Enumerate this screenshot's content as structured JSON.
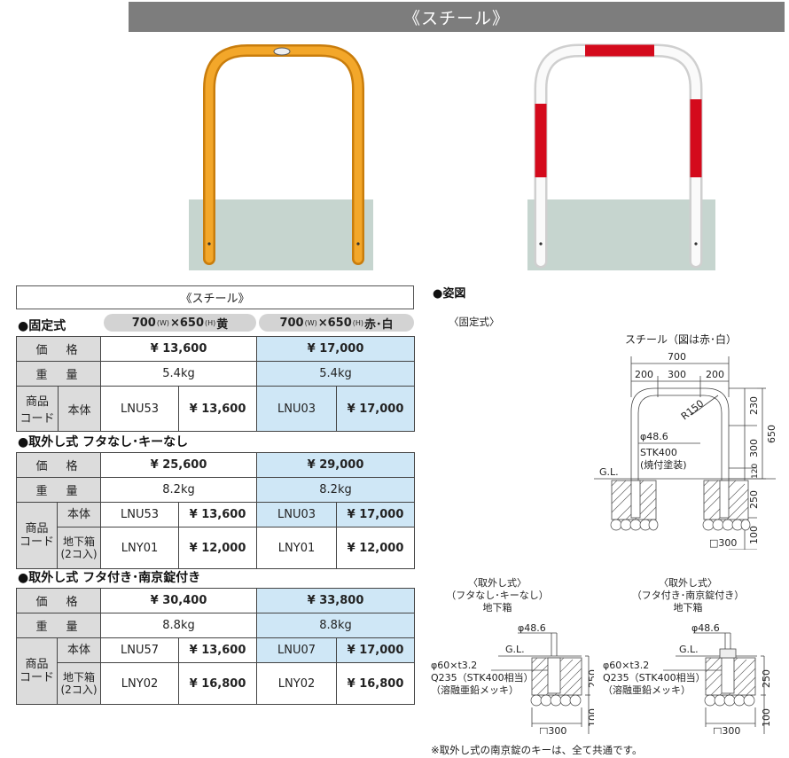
{
  "banner": "《スチール》",
  "section_box": "《スチール》",
  "columns": {
    "yellow": {
      "size_a": "700",
      "w": "(W)",
      "size_mid": "×650",
      "h": "(H)",
      "color": "黄"
    },
    "redwhite": {
      "size_a": "700",
      "w": "(W)",
      "size_mid": "×650",
      "h": "(H)",
      "color": "赤･白"
    }
  },
  "labels": {
    "price": "価　格",
    "weight": "重　量",
    "code": "商品\nコード",
    "body": "本体",
    "underground": "地下箱\n(2コ入)"
  },
  "sections": [
    {
      "title": "●固定式",
      "price": [
        "¥ 13,600",
        "¥ 17,000"
      ],
      "weight": [
        "5.4kg",
        "5.4kg"
      ],
      "body": [
        [
          "LNU53",
          "¥ 13,600"
        ],
        [
          "LNU03",
          "¥ 17,000"
        ]
      ]
    },
    {
      "title": "●取外し式 フタなし･キーなし",
      "price": [
        "¥ 25,600",
        "¥ 29,000"
      ],
      "weight": [
        "8.2kg",
        "8.2kg"
      ],
      "body": [
        [
          "LNU53",
          "¥ 13,600"
        ],
        [
          "LNU03",
          "¥ 17,000"
        ]
      ],
      "box": [
        [
          "LNY01",
          "¥ 12,000"
        ],
        [
          "LNY01",
          "¥ 12,000"
        ]
      ]
    },
    {
      "title": "●取外し式 フタ付き･南京錠付き",
      "price": [
        "¥ 30,400",
        "¥ 33,800"
      ],
      "weight": [
        "8.8kg",
        "8.8kg"
      ],
      "body": [
        [
          "LNU57",
          "¥ 13,600"
        ],
        [
          "LNU07",
          "¥ 17,000"
        ]
      ],
      "box": [
        [
          "LNY02",
          "¥ 16,800"
        ],
        [
          "LNY02",
          "¥ 16,800"
        ]
      ]
    }
  ],
  "figure": {
    "heading": "●姿図",
    "fixed_label": "〈固定式〉",
    "main_title": "スチール（図は赤･白）",
    "dim_700": "700",
    "dim_200a": "200",
    "dim_300": "300",
    "dim_200b": "200",
    "r150": "R150",
    "d230": "230",
    "d300": "300",
    "d650": "650",
    "d120": "120",
    "d250": "250",
    "d100": "100",
    "pipe": "φ48.6",
    "material": "STK400",
    "finish": "(焼付塗装)",
    "gl": "G.L.",
    "base": "□300",
    "removable_a": "〈取外し式〉\n（フタなし･キーなし）\n地下箱",
    "removable_b": "〈取外し式〉\n（フタ付き･南京錠付き）\n地下箱",
    "pipe_a": "φ48.6",
    "pipe_b": "φ48.6",
    "gl_a": "G.L.",
    "gl_b": "G.L.",
    "box_spec_a": "φ60×t3.2",
    "box_mat_a": "Q235（STK400相当）",
    "box_coat_a": "（溶融亜鉛メッキ）",
    "box_spec_b": "φ60×t3.2",
    "box_mat_b": "Q235（STK400相当）",
    "box_coat_b": "（溶融亜鉛メッキ）",
    "h250_a": "250",
    "h100_a": "100",
    "base_a": "□300",
    "h250_b": "250",
    "h100_b": "100",
    "base_b": "□300"
  },
  "footnote": "※取外し式の南京錠のキーは、全て共通です。",
  "colors": {
    "banner": "#7d7d7d",
    "yellow": "#f0a020",
    "red": "#e00a1e",
    "highlight": "#cfe7f6",
    "ground": "#c6d5cf"
  }
}
